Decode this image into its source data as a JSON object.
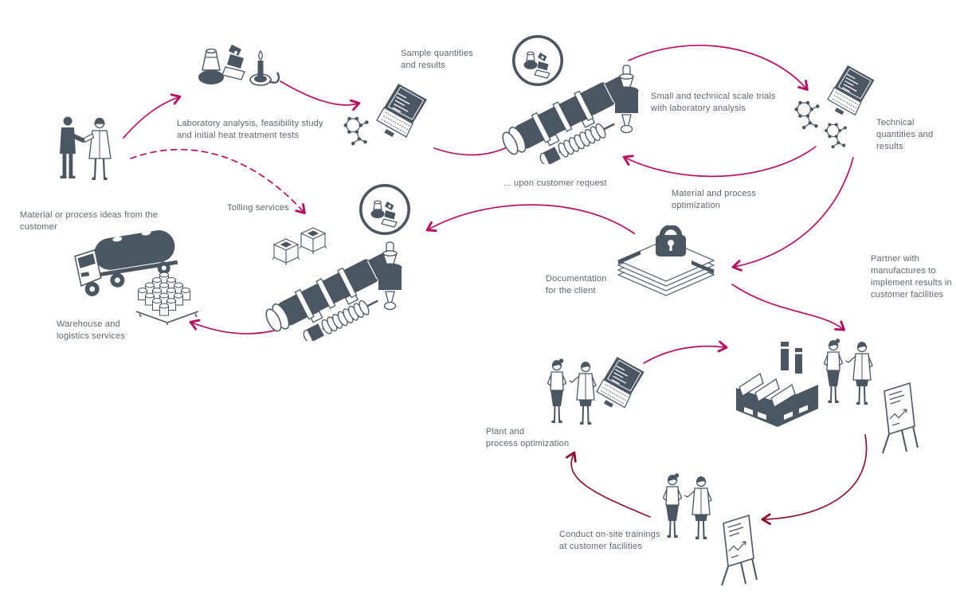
{
  "colors": {
    "ink": "#4b5663",
    "text": "#5b6571",
    "accent": "#b80f62",
    "accent_dark": "#8e1434",
    "background": "#ffffff"
  },
  "labels": {
    "material_ideas": {
      "lines": [
        "Material or process ideas from the",
        "customer"
      ]
    },
    "lab_analysis": {
      "lines": [
        "Laboratory analysis, feasibility study",
        "and initial heat treatment tests"
      ]
    },
    "sample_quantities": {
      "lines": [
        "Sample quantities",
        "and results"
      ]
    },
    "small_scale_trials": {
      "lines": [
        "Small and technical scale trials",
        "with laboratory analysis"
      ]
    },
    "technical_quantities": {
      "lines": [
        "Technical",
        "quantities and",
        "results"
      ]
    },
    "upon_customer_request": {
      "lines": [
        "... upon customer request"
      ]
    },
    "material_process_optimization": {
      "lines": [
        "Material and process",
        "optimization"
      ]
    },
    "tolling_services": {
      "lines": [
        "Tolling services"
      ]
    },
    "warehouse": {
      "lines": [
        "Warehouse and",
        "logistics services"
      ]
    },
    "documentation": {
      "lines": [
        "Documentation",
        "for the client"
      ]
    },
    "partner": {
      "lines": [
        "Partner with",
        "manufactures to",
        "implement results in",
        "customer facilities"
      ]
    },
    "plant_optimization": {
      "lines": [
        "Plant and",
        "process optimization"
      ]
    },
    "onsite_trainings": {
      "lines": [
        "Conduct on-site trainings",
        "at customer facilities"
      ]
    }
  },
  "illustrations": {
    "handshake": "customer-handshake-illustration",
    "lab_equipment": "flask-microscope-burner-illustration",
    "laptop": "laptop-with-code-illustration",
    "molecule": "molecule-illustration",
    "extruder": "extruder-machine-illustration",
    "badge": "lab-analysis-circle-badge",
    "documents_lock": "confidential-documents-with-lock-illustration",
    "truck": "tanker-truck-illustration",
    "barrels": "barrels-on-pallet-illustration",
    "crates": "container-crates-illustration",
    "factory": "factory-illustration",
    "flipchart": "flipchart-easel-illustration",
    "people_pair": "two-people-talking-illustration"
  }
}
